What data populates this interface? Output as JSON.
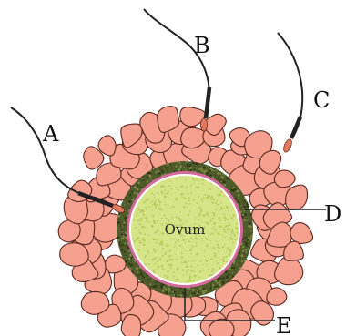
{
  "labels": {
    "a": "A",
    "b": "B",
    "c": "C",
    "d": "D",
    "e": "E",
    "ovum": "Ovum"
  },
  "colors": {
    "follicle_fill": "#f6a08f",
    "follicle_stroke": "#5a2a20",
    "zona_pellucida": "#4e5a2a",
    "zona_speckle": "#2f3818",
    "membrane": "#d46a9c",
    "membrane_inner": "#ffffff",
    "cytoplasm": "#d7e58a",
    "cytoplasm_dots": "#b9cc5e",
    "sperm_head": "#e07a5f",
    "sperm_tail": "#222222",
    "pointer_line": "#222222"
  }
}
